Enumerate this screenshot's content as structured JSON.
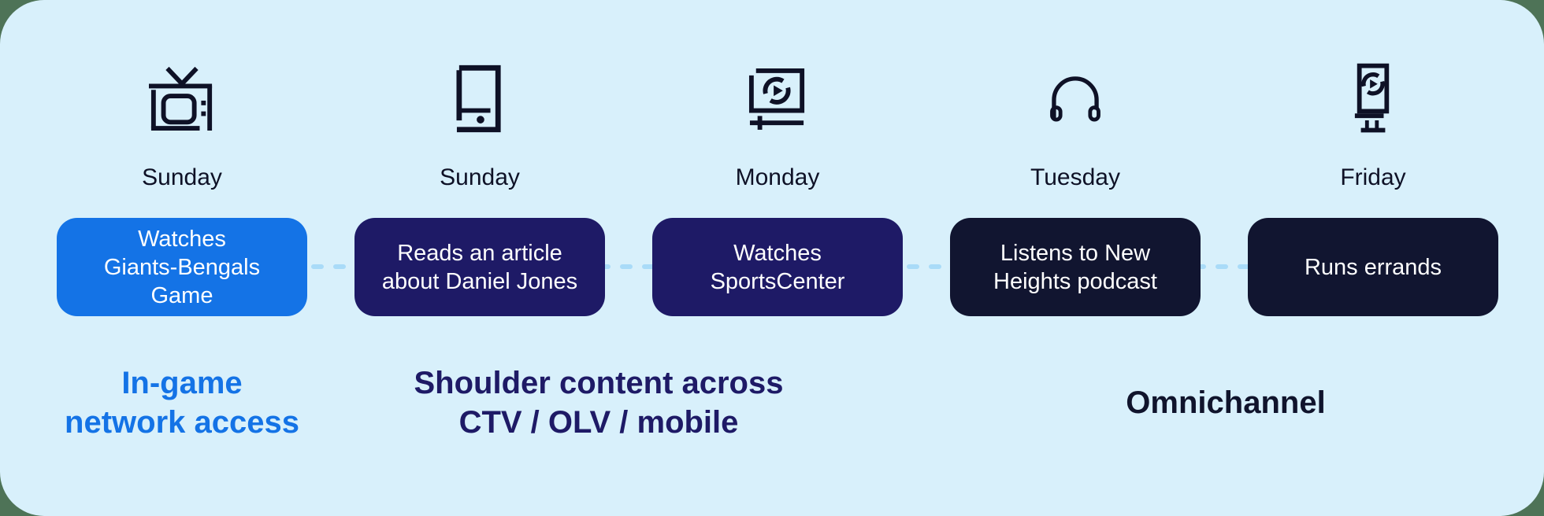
{
  "panel": {
    "bg": "#D8F0FB",
    "outer_bg": "#4E7357",
    "ink": "#0E1126",
    "dash_color": "#A9DBF8"
  },
  "steps": [
    {
      "day": "Sunday",
      "icon": "tv-icon",
      "activity": "Watches\nGiants-Bengals\nGame",
      "pill_color": "#1473E6"
    },
    {
      "day": "Sunday",
      "icon": "smartphone-icon",
      "activity": "Reads an article\nabout Daniel Jones",
      "pill_color": "#1E1A66"
    },
    {
      "day": "Monday",
      "icon": "video-player-icon",
      "activity": "Watches\nSportsCenter",
      "pill_color": "#1E1A66"
    },
    {
      "day": "Tuesday",
      "icon": "headphones-icon",
      "activity": "Listens to New\nHeights podcast",
      "pill_color": "#111530"
    },
    {
      "day": "Friday",
      "icon": "digital-signage-icon",
      "activity": "Runs errands",
      "pill_color": "#111530"
    }
  ],
  "phases": [
    {
      "label": "In-game\nnetwork access",
      "color": "#1473E6"
    },
    {
      "label": "Shoulder content across\nCTV / OLV / mobile",
      "color": "#1E1A66"
    },
    {
      "label": "Omnichannel",
      "color": "#10142C"
    }
  ]
}
